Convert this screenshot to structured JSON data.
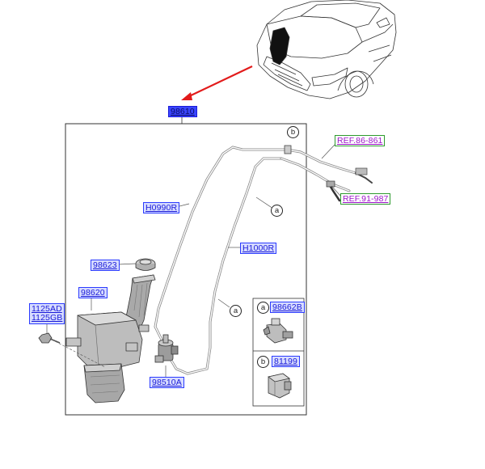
{
  "labels": {
    "main_assembly": "98610",
    "ref_top": "REF.86-861",
    "ref_bottom": "REF.91-987",
    "hose_left": "H0990R",
    "hose_right": "H1000R",
    "cap": "98623",
    "reservoir": "98620",
    "bolt_1": "1125AD",
    "bolt_2": "1125GB",
    "pump": "98510A",
    "detail_a_part": "98662B",
    "detail_b_part": "81199"
  },
  "callouts": {
    "a": "a",
    "b": "b"
  },
  "colors": {
    "part_label_fill": "#d7dcff",
    "part_label_border": "#2b3bff",
    "ref_label_border": "#2e9a2e",
    "ref_label_text": "#9b14c8",
    "leader_arrow": "#e21b1b"
  }
}
